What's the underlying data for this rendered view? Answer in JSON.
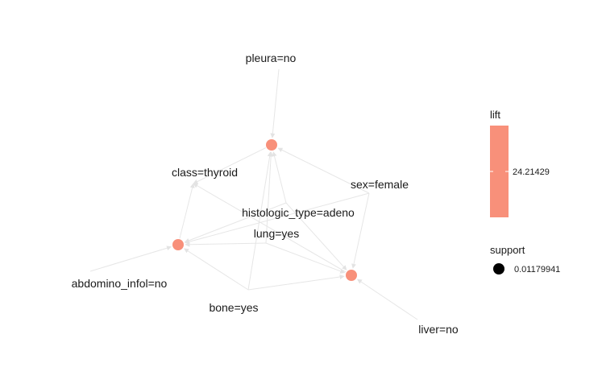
{
  "graph": {
    "item_nodes": [
      {
        "id": "pleura",
        "label": "pleura=no"
      },
      {
        "id": "class",
        "label": "class=thyroid"
      },
      {
        "id": "sex",
        "label": "sex=female"
      },
      {
        "id": "histologic",
        "label": "histologic_type=adeno"
      },
      {
        "id": "lung",
        "label": "lung=yes"
      },
      {
        "id": "abdomino",
        "label": "abdomino_infol=no"
      },
      {
        "id": "bone",
        "label": "bone=yes"
      },
      {
        "id": "liver",
        "label": "liver=no"
      }
    ],
    "rule_nodes": [
      {
        "id": "r1",
        "lift": 24.21429,
        "support": 0.01179941
      },
      {
        "id": "r2",
        "lift": 24.21429,
        "support": 0.01179941
      },
      {
        "id": "r3",
        "lift": 24.21429,
        "support": 0.01179941
      }
    ],
    "edges": [
      {
        "from": "pleura",
        "to": "r1"
      },
      {
        "from": "sex",
        "to": "r1"
      },
      {
        "from": "histologic",
        "to": "r1"
      },
      {
        "from": "lung",
        "to": "r1"
      },
      {
        "from": "bone",
        "to": "r1"
      },
      {
        "from": "r1",
        "to": "class"
      },
      {
        "from": "abdomino",
        "to": "r2"
      },
      {
        "from": "histologic",
        "to": "r2"
      },
      {
        "from": "lung",
        "to": "r2"
      },
      {
        "from": "bone",
        "to": "r2"
      },
      {
        "from": "sex",
        "to": "r2"
      },
      {
        "from": "r2",
        "to": "class"
      },
      {
        "from": "sex",
        "to": "r3"
      },
      {
        "from": "histologic",
        "to": "r3"
      },
      {
        "from": "lung",
        "to": "r3"
      },
      {
        "from": "bone",
        "to": "r3"
      },
      {
        "from": "liver",
        "to": "r3"
      },
      {
        "from": "r3",
        "to": "class"
      }
    ]
  },
  "legend": {
    "lift_title": "lift",
    "lift_value": "24.21429",
    "support_title": "support",
    "support_value": "0.01179941"
  },
  "colors": {
    "rule_node": "#F8907A",
    "edge": "#e6e6e6",
    "text": "#1a1a1a"
  }
}
